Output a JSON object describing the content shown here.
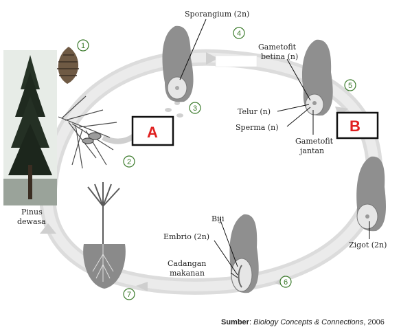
{
  "labels": {
    "sporangium": "Sporangium (2n)",
    "gametofit_betina_1": "Gametofit",
    "gametofit_betina_2": "betina (n)",
    "telur": "Telur (n)",
    "sperma": "Sperma (n)",
    "gametofit_jantan_1": "Gametofit",
    "gametofit_jantan_2": "jantan",
    "zigot": "Zigot (2n)",
    "biji": "Biji",
    "embrio": "Embrio (2n)",
    "cadangan_1": "Cadangan",
    "cadangan_2": "makanan",
    "pinus_1": "Pinus",
    "pinus_2": "dewasa"
  },
  "steps": [
    "1",
    "2",
    "3",
    "4",
    "5",
    "6",
    "7"
  ],
  "boxes": {
    "a": "A",
    "b": "B"
  },
  "source": {
    "prefix": "Sumber",
    "sep": ": ",
    "title": "Biology Concepts & Connections",
    "year": ", 2006"
  },
  "colors": {
    "cycle": "#d9d9d9",
    "figure": "#8f8f8f",
    "step_circle": "#3a7a2a",
    "box_border": "#111111",
    "box_label": "#e02020"
  }
}
